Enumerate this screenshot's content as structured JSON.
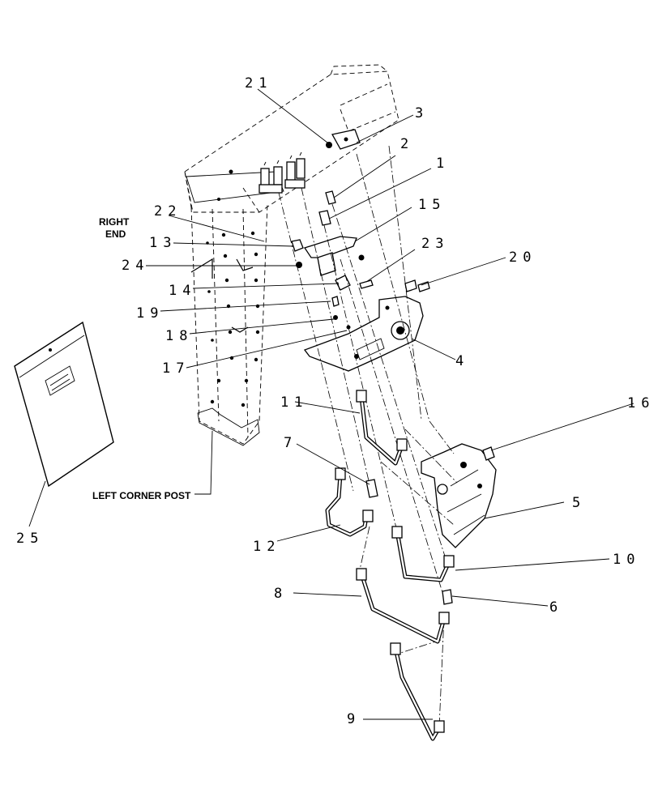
{
  "labels": {
    "right_end_line1": "RIGHT",
    "right_end_line2": "END",
    "left_corner_post": "LEFT CORNER POST"
  },
  "callouts": [
    {
      "id": "c1",
      "text": "1"
    },
    {
      "id": "c2",
      "text": "2"
    },
    {
      "id": "c3",
      "text": "3"
    },
    {
      "id": "c4",
      "text": "4"
    },
    {
      "id": "c5",
      "text": "5"
    },
    {
      "id": "c6",
      "text": "6"
    },
    {
      "id": "c7",
      "text": "7"
    },
    {
      "id": "c8",
      "text": "8"
    },
    {
      "id": "c9",
      "text": "9"
    },
    {
      "id": "c10",
      "text": "10"
    },
    {
      "id": "c11",
      "text": "11"
    },
    {
      "id": "c12",
      "text": "12"
    },
    {
      "id": "c13",
      "text": "13"
    },
    {
      "id": "c14",
      "text": "14"
    },
    {
      "id": "c15",
      "text": "15"
    },
    {
      "id": "c16",
      "text": "16"
    },
    {
      "id": "c17",
      "text": "17"
    },
    {
      "id": "c18",
      "text": "18"
    },
    {
      "id": "c19",
      "text": "19"
    },
    {
      "id": "c20",
      "text": "20"
    },
    {
      "id": "c21",
      "text": "21"
    },
    {
      "id": "c22",
      "text": "22"
    },
    {
      "id": "c23",
      "text": "23"
    },
    {
      "id": "c24",
      "text": "24"
    },
    {
      "id": "c25",
      "text": "25"
    }
  ]
}
